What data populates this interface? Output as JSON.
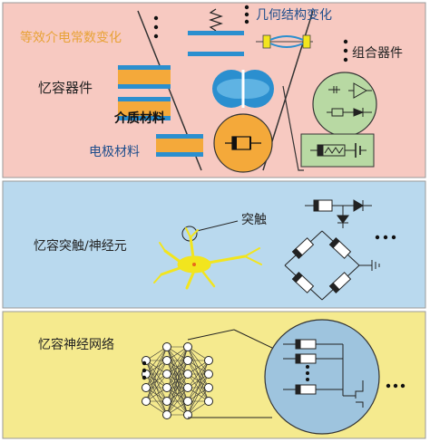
{
  "colors": {
    "top_panel": "#f7c9c1",
    "middle_panel": "#b9d9ee",
    "bottom_panel": "#f5ea8e",
    "accent_orange": "#f4a93a",
    "accent_blue": "#2b8fcf",
    "gold_text": "#e8a236",
    "green_circle": "#b8d9a3",
    "circle_blue": "#9ec4de",
    "yellow_neuron": "#f2e51e"
  },
  "top": {
    "dielectric_constant_change": "等效介电常数变化",
    "geometry_change": "几何结构变化",
    "combined_devices": "组合器件",
    "memcapacitor_device": "忆容器件",
    "dielectric_material": "介质材料",
    "electrode_material": "电极材料"
  },
  "middle": {
    "memcapacitor_synapse_neuron": "忆容突触/神经元",
    "synapse": "突触"
  },
  "bottom": {
    "memcapacitor_neural_network": "忆容神经网络"
  }
}
